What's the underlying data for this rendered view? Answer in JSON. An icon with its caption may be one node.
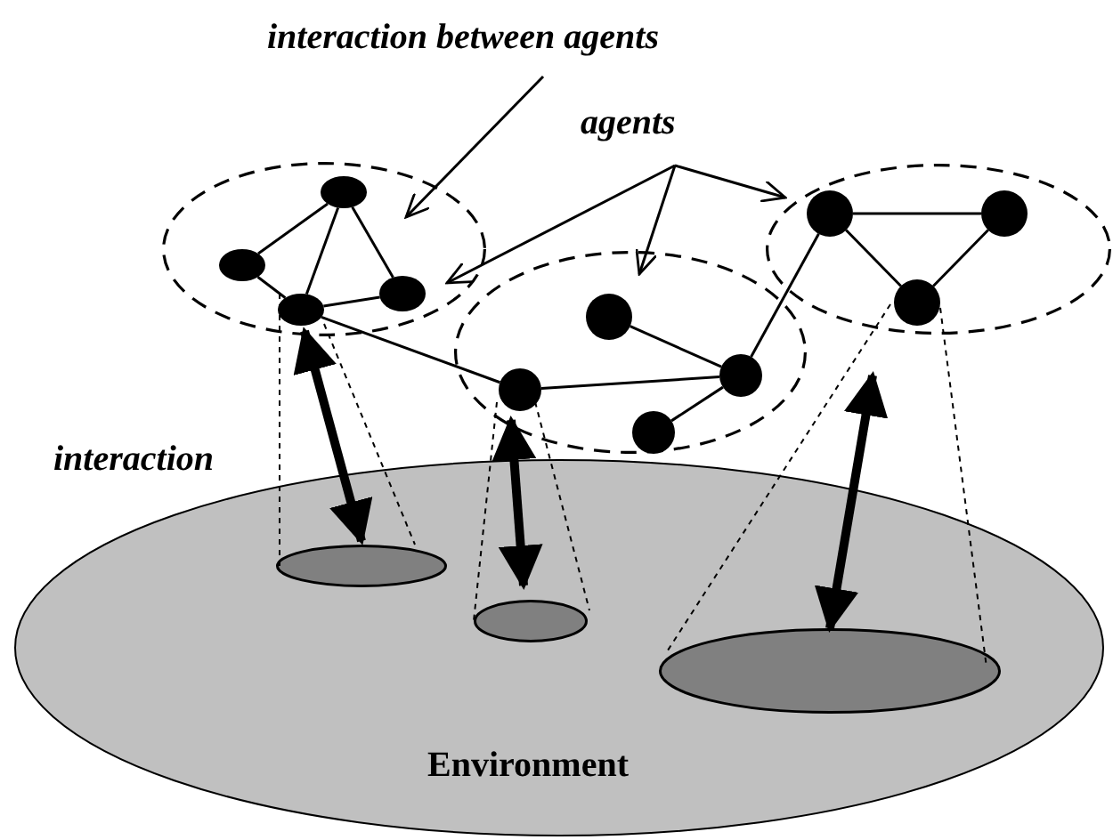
{
  "diagram": {
    "nodes": [
      {
        "text": [
          "interaction between agents"
        ]
      },
      {
        "text": [
          "agents"
        ]
      },
      {
        "text": [],
        "shape": "ellipse"
      },
      {
        "text": [],
        "shape": "ellipse",
        "in": 2
      },
      {
        "text": [],
        "shape": "ellipse",
        "in": 2
      },
      {
        "text": [],
        "shape": "ellipse",
        "in": 2
      },
      {
        "text": [],
        "shape": "ellipse",
        "in": 2
      },
      {
        "text": [],
        "shape": "ellipse"
      },
      {
        "text": [],
        "shape": "circle",
        "in": 7
      },
      {
        "text": [],
        "shape": "circle",
        "in": 7
      },
      {
        "text": [],
        "shape": "circle",
        "in": 7
      },
      {
        "text": [],
        "shape": "circle",
        "in": 7
      },
      {
        "text": [],
        "shape": "ellipse"
      },
      {
        "text": [],
        "shape": "circle",
        "in": 12
      },
      {
        "text": [],
        "shape": "circle",
        "in": 12
      },
      {
        "text": [],
        "shape": "circle",
        "in": 12
      },
      {
        "text": [
          "Environment"
        ]
      },
      {
        "text": [],
        "shape": "ellipse",
        "in": 16
      },
      {
        "text": [],
        "shape": "ellipse",
        "in": 16
      },
      {
        "text": [],
        "shape": "ellipse",
        "in": 16
      }
    ],
    "edges": [
      {
        "from": 0,
        "to": 2,
        "arrow": "to"
      },
      {
        "from": 1,
        "to": 2,
        "arrow": "to"
      },
      {
        "from": 1,
        "to": 7,
        "arrow": "to"
      },
      {
        "from": 1,
        "to": 12,
        "arrow": "to"
      },
      {
        "from": 3,
        "to": 4,
        "arrow": "none"
      },
      {
        "from": 3,
        "to": 5,
        "arrow": "none"
      },
      {
        "from": 3,
        "to": 6,
        "arrow": "none"
      },
      {
        "from": 4,
        "to": 5,
        "arrow": "none"
      },
      {
        "from": 5,
        "to": 6,
        "arrow": "none"
      },
      {
        "from": 5,
        "to": 9,
        "arrow": "none"
      },
      {
        "from": 8,
        "to": 10,
        "arrow": "none"
      },
      {
        "from": 9,
        "to": 10,
        "arrow": "none"
      },
      {
        "from": 10,
        "to": 11,
        "arrow": "none"
      },
      {
        "from": 10,
        "to": 13,
        "arrow": "none"
      },
      {
        "from": 13,
        "to": 14,
        "arrow": "none"
      },
      {
        "from": 13,
        "to": 15,
        "arrow": "none"
      },
      {
        "from": 14,
        "to": 15,
        "arrow": "none"
      },
      {
        "from": 5,
        "to": 17,
        "arrow": "both",
        "style": "thick"
      },
      {
        "from": 9,
        "to": 18,
        "arrow": "both",
        "style": "thick"
      },
      {
        "from": 15,
        "to": 19,
        "arrow": "both",
        "style": "thick"
      },
      {
        "from": 5,
        "to": 17,
        "arrow": "none",
        "style": "dashed"
      },
      {
        "from": 5,
        "to": 17,
        "arrow": "none",
        "style": "dashed"
      },
      {
        "from": 9,
        "to": 18,
        "arrow": "none",
        "style": "dashed"
      },
      {
        "from": 9,
        "to": 18,
        "arrow": "none",
        "style": "dashed"
      },
      {
        "from": 15,
        "to": 19,
        "arrow": "none",
        "style": "dashed"
      },
      {
        "from": 15,
        "to": 19,
        "arrow": "none",
        "style": "dashed"
      }
    ],
    "labels": [
      "interaction"
    ]
  }
}
